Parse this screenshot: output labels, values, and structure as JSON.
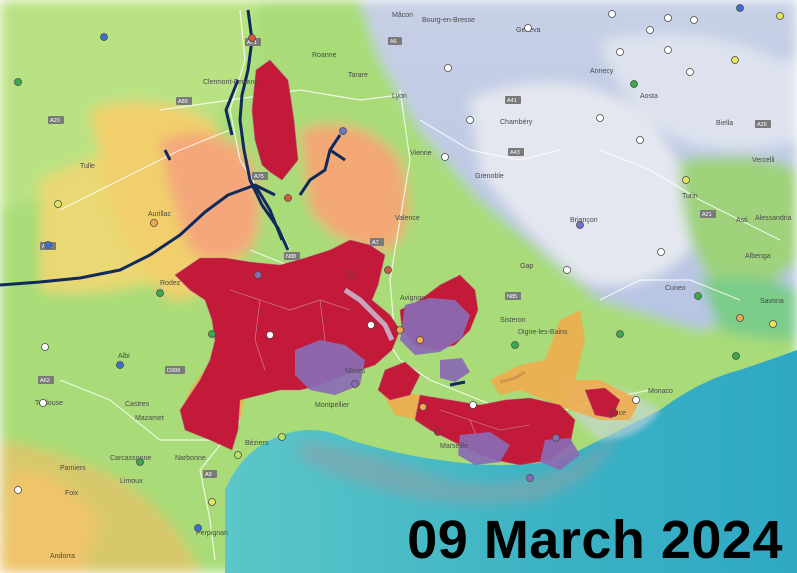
{
  "date_label": "09 March 2024",
  "colors": {
    "sea": "#33b7c7",
    "lowland": "#8fd46b",
    "hills": "#f2d36b",
    "high": "#f39a6e",
    "alpine": "#c9c9e0",
    "alert_red": "#c41a3a",
    "alert_purple": "#8a6bb5",
    "alert_orange": "#f3a94a",
    "river_dark": "#102a5c"
  },
  "places": [
    {
      "name": "Lyon"
    },
    {
      "name": "Geneva"
    },
    {
      "name": "Clermont-Ferrand"
    },
    {
      "name": "Montpellier"
    },
    {
      "name": "Monaco"
    },
    {
      "name": "Turin"
    },
    {
      "name": "Grenoble"
    },
    {
      "name": "Andorra"
    },
    {
      "name": "Perpignan"
    },
    {
      "name": "Toulouse"
    },
    {
      "name": "Marseille"
    },
    {
      "name": "Nice"
    },
    {
      "name": "Aosta"
    },
    {
      "name": "Cuneo"
    },
    {
      "name": "Asti"
    },
    {
      "name": "Vercelli"
    },
    {
      "name": "Albi"
    },
    {
      "name": "Aurillac"
    },
    {
      "name": "Gap"
    },
    {
      "name": "Chambéry"
    },
    {
      "name": "Annecy"
    },
    {
      "name": "Valence"
    },
    {
      "name": "Avignon"
    },
    {
      "name": "Nîmes"
    },
    {
      "name": "Carcassonne"
    },
    {
      "name": "Narbonne"
    },
    {
      "name": "Béziers"
    },
    {
      "name": "Rodez"
    },
    {
      "name": "Digne-les-Bains"
    },
    {
      "name": "Sisteron"
    },
    {
      "name": "Briançon"
    },
    {
      "name": "Biella"
    },
    {
      "name": "Savona"
    },
    {
      "name": "Alessandria"
    },
    {
      "name": "Castres"
    },
    {
      "name": "Mazamet"
    },
    {
      "name": "Pamiers"
    },
    {
      "name": "Foix"
    },
    {
      "name": "Limoux"
    },
    {
      "name": "Tulle"
    },
    {
      "name": "Roanne"
    },
    {
      "name": "Tarare"
    },
    {
      "name": "Vienne"
    },
    {
      "name": "Bourg-en-Bresse"
    },
    {
      "name": "Mâcon"
    },
    {
      "name": "Albenga"
    }
  ],
  "roads": [
    {
      "name": "A71"
    },
    {
      "name": "A89"
    },
    {
      "name": "A20"
    },
    {
      "name": "A75"
    },
    {
      "name": "A7"
    },
    {
      "name": "A9"
    },
    {
      "name": "A61"
    },
    {
      "name": "A62"
    },
    {
      "name": "A43"
    },
    {
      "name": "A41"
    },
    {
      "name": "A6"
    },
    {
      "name": "A21"
    },
    {
      "name": "A26"
    },
    {
      "name": "N88"
    },
    {
      "name": "N85"
    },
    {
      "name": "D999"
    }
  ]
}
